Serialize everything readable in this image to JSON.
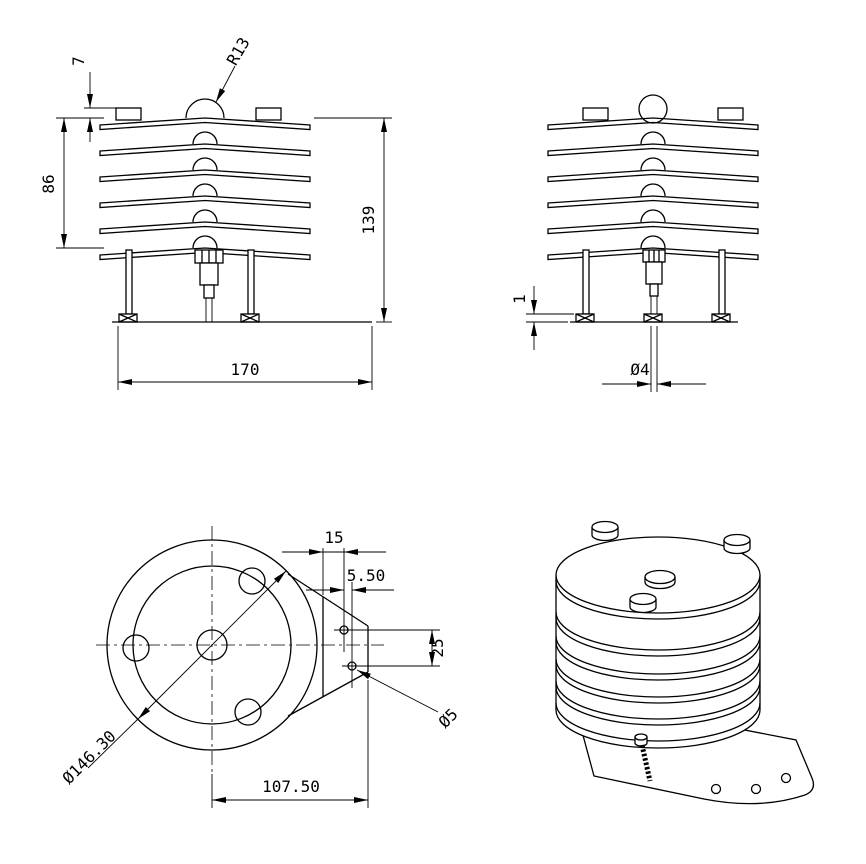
{
  "colors": {
    "background": "#ffffff",
    "line": "#000000"
  },
  "views": {
    "front": {
      "dims": {
        "tab_height": "7",
        "stack_height": "86",
        "overall_height": "139",
        "base_width": "170",
        "dome_radius": "R13"
      }
    },
    "side": {
      "dims": {
        "foot_plate_thickness": "1",
        "rod_diameter": "Ø4"
      }
    },
    "bottom": {
      "dims": {
        "bracket_edge_to_hole": "15",
        "hole_stagger": "5.50",
        "hole_spacing": "25",
        "mount_hole_diameter": "Ø5",
        "outer_diameter": "Ø146.30",
        "center_to_bracket_end": "107.50"
      }
    }
  }
}
